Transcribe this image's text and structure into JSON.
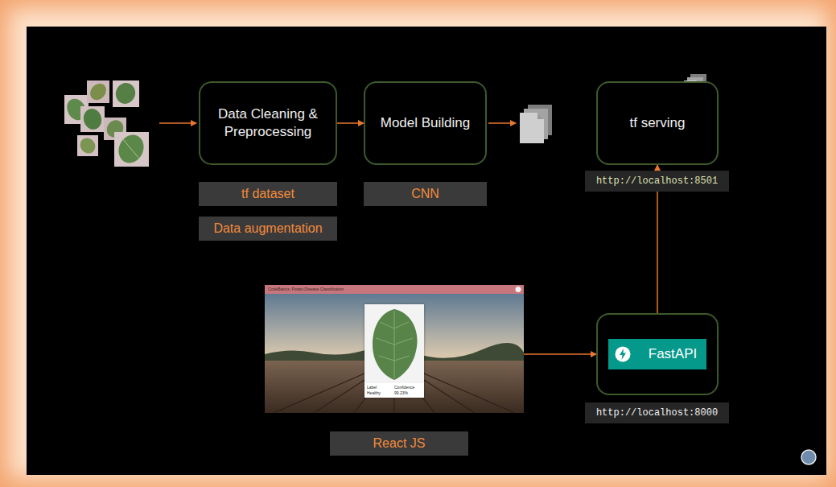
{
  "diagram": {
    "nodes": [
      {
        "text": [
          "Data Cleaning & Preprocessing"
        ]
      },
      {
        "text": [
          "Model Building"
        ]
      },
      {
        "text": [
          "tf serving"
        ]
      },
      {
        "text": [
          "tf dataset"
        ]
      },
      {
        "text": [
          "CNN"
        ]
      },
      {
        "text": [
          "http://localhost:8501"
        ]
      },
      {
        "text": [
          "Data augmentation"
        ]
      },
      {
        "text": [
          "CodeBasics: Potato Disease Classification"
        ]
      },
      {
        "text": [
          "Label",
          "Confidence",
          "Healthy",
          "99.23%"
        ],
        "in": 7
      },
      {
        "text": [
          "FastAPI"
        ]
      },
      {
        "text": [
          "http://localhost:8000"
        ]
      },
      {
        "text": [
          "React JS"
        ]
      }
    ],
    "edges": [
      {
        "from": 0,
        "to": 1,
        "arrow": "to"
      },
      {
        "from": 7,
        "to": 9,
        "arrow": "to"
      },
      {
        "from": 9,
        "to": 2,
        "arrow": "to"
      }
    ]
  }
}
